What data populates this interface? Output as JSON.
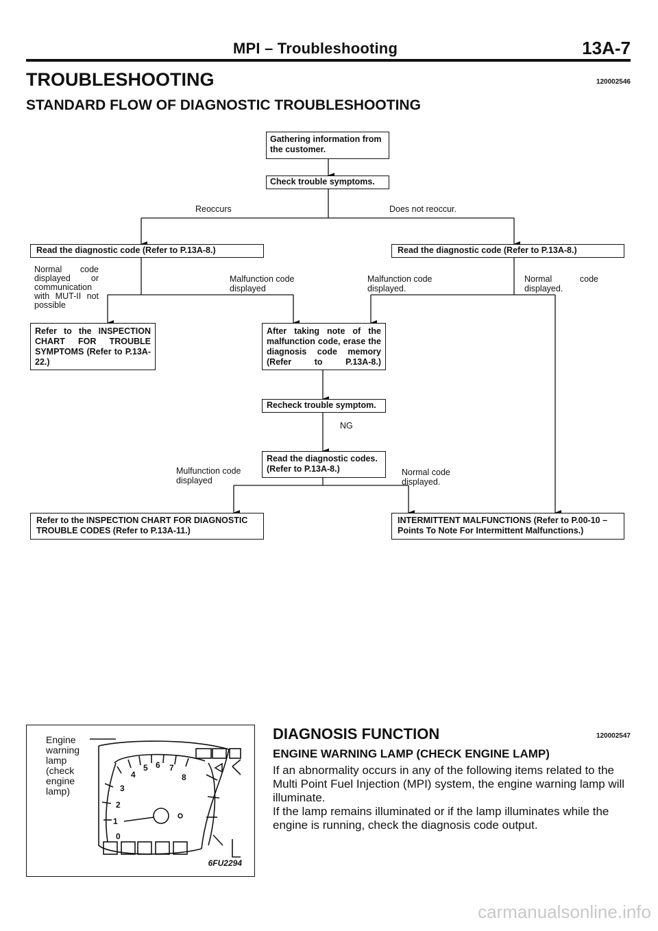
{
  "header": {
    "title": "MPI – Troubleshooting",
    "page": "13A-7"
  },
  "section": {
    "title": "TROUBLESHOOTING",
    "code": "120002546"
  },
  "subsection": {
    "title": "STANDARD FLOW OF DIAGNOSTIC TROUBLESHOOTING"
  },
  "flow": {
    "gather": "Gathering information from the customer.",
    "check_symptoms": "Check trouble symptoms.",
    "reoccurs": "Reoccurs",
    "does_not_reoccur": "Does not reoccur.",
    "read_code_left": "Read the diagnostic code (Refer to P.13A-8.)",
    "read_code_right": "Read the diagnostic code (Refer to P.13A-8.)",
    "normal_comm": "Normal code displayed or communication with MUT-II not possible",
    "malfunction_left": "Malfunction code displayed",
    "malfunction_right": "Malfunction code displayed.",
    "normal_right": "Normal code displayed.",
    "refer_inspection_symptoms": "Refer to the INSPECTION CHART FOR TROUBLE SYMPTOMS (Refer to P.13A-22.)",
    "after_note": "After taking note of the malfunction code, erase the diagnosis code memory (Refer to P.13A-8.)",
    "recheck": "Recheck trouble symptom.",
    "ng": "NG",
    "read_codes": "Read the diagnostic codes. (Refer to P.13A-8.)",
    "mulfunction": "Mulfunction code displayed",
    "normal_bottom": "Normal code displayed.",
    "refer_inspection_codes": "Refer to the INSPECTION CHART FOR DIAGNOSTIC TROUBLE CODES (Refer to P.13A-11.)",
    "intermittent": "INTERMITTENT MALFUNCTIONS (Refer to P.00-10 – Points To Note For Intermittent Malfunctions.)"
  },
  "figure": {
    "label": "Engine warning lamp (check engine lamp)",
    "code": "6FU2294",
    "gauge_numbers": [
      "0",
      "1",
      "2",
      "3",
      "4",
      "5",
      "6",
      "7",
      "8"
    ]
  },
  "diagnosis": {
    "title": "DIAGNOSIS FUNCTION",
    "code": "120002547",
    "subtitle": "ENGINE WARNING LAMP (CHECK ENGINE LAMP)",
    "para1": "If an abnormality occurs in any of the following items related to the Multi Point Fuel Injection (MPI) system, the engine warning lamp will illuminate.",
    "para2": "If the lamp remains illuminated or if the lamp illuminates while the engine is running, check the diagnosis code output."
  },
  "watermark": "carmanualsonline.info"
}
